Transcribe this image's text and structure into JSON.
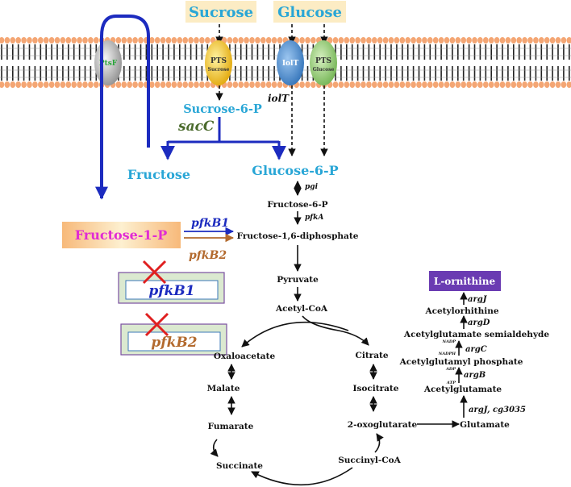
{
  "substrates": {
    "sucrose": "Sucrose",
    "glucose": "Glucose"
  },
  "transporters": {
    "ptsf": "PtsF",
    "pts_sucrose_1": "PTS",
    "pts_sucrose_2": "Sucrose",
    "iolt": "IolT",
    "pts_glucose_1": "PTS",
    "pts_glucose_2": "Glucose"
  },
  "metabolites": {
    "sucrose_6p": "Sucrose-6-P",
    "fructose": "Fructose",
    "glucose_6p": "Glucose-6-P",
    "fructose_1p": "Fructose-1-P",
    "fructose_6p": "Fructose-6-P",
    "fructose_16dp": "Fructose-1,6-diphosphate",
    "pyruvate": "Pyruvate",
    "acetyl_coa": "Acetyl-CoA",
    "citrate": "Citrate",
    "isocitrate": "Isocitrate",
    "oxoglutarate": "2-oxoglutarate",
    "succinyl_coa": "Succinyl-CoA",
    "succinate": "Succinate",
    "fumarate": "Fumarate",
    "malate": "Malate",
    "oxaloacetate": "Oxaloacetate",
    "glutamate": "Glutamate",
    "acetylglutamate": "Acetylglutamate",
    "acetylglutamyl_phosphate": "Acetylglutamyl phosphate",
    "acetylglutamate_semialdehyde": "Acetylglutamate semialdehyde",
    "acetylornithine": "Acetylorhithine",
    "l_ornithine": "L-ornithine"
  },
  "genes": {
    "sacC": "sacC",
    "iolT": "iolT",
    "pgi": "pgi",
    "pfkA": "pfkA",
    "pfkB1": "pfkB1",
    "pfkB2": "pfkB2",
    "argJ_cg3035": "argJ, cg3035",
    "argB": "argB",
    "argC": "argC",
    "argD": "argD",
    "argJ": "argJ"
  },
  "cofactors": {
    "atp": "ATP",
    "adp": "ADP",
    "nadph": "NADPH",
    "nadp": "NADP"
  },
  "knockouts": {
    "pfkB1": "pfkB1",
    "pfkB2": "pfkB2"
  },
  "colors": {
    "membrane_bead": "#f4a674",
    "membrane_line": "#222222",
    "substrate_box": "#fcecc4",
    "cyan_text": "#29a6d6",
    "blue_arrow": "#1c2bbf",
    "magenta_text": "#e12bd4",
    "brown_text": "#b36a2e",
    "olive_text": "#4a6a2c",
    "ornithine_box": "#6a3bb2",
    "knockout_x": "#e02020"
  }
}
